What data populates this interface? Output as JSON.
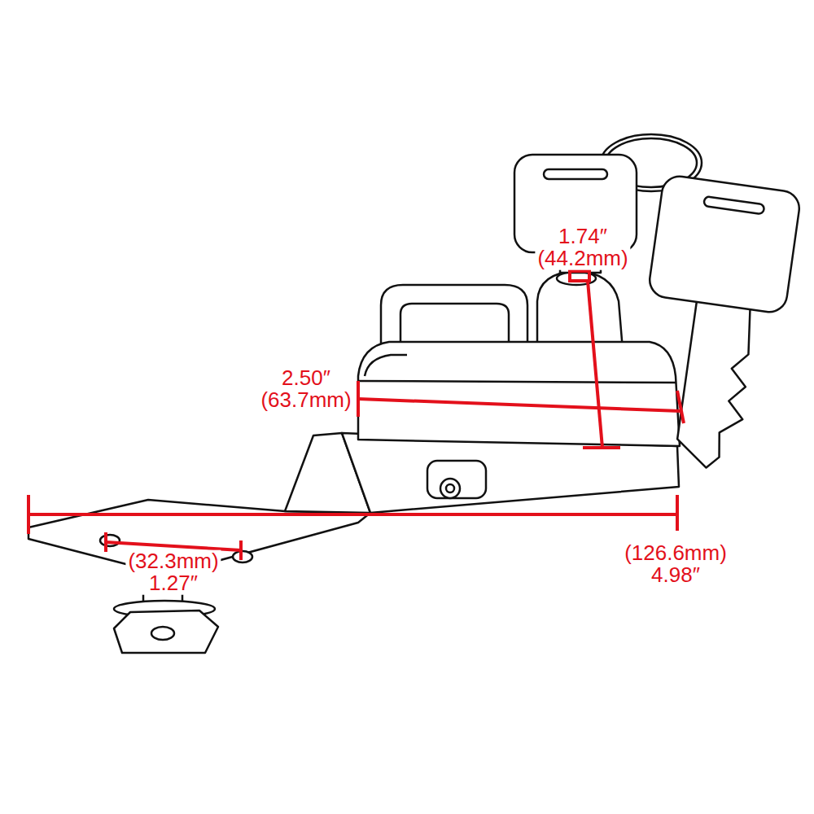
{
  "diagram": {
    "labels": [
      "1.74″ (44.2mm)",
      "2.50″ (63.7mm)",
      "(32.3mm) 1.27″",
      "(126.6mm) 4.98″"
    ]
  }
}
